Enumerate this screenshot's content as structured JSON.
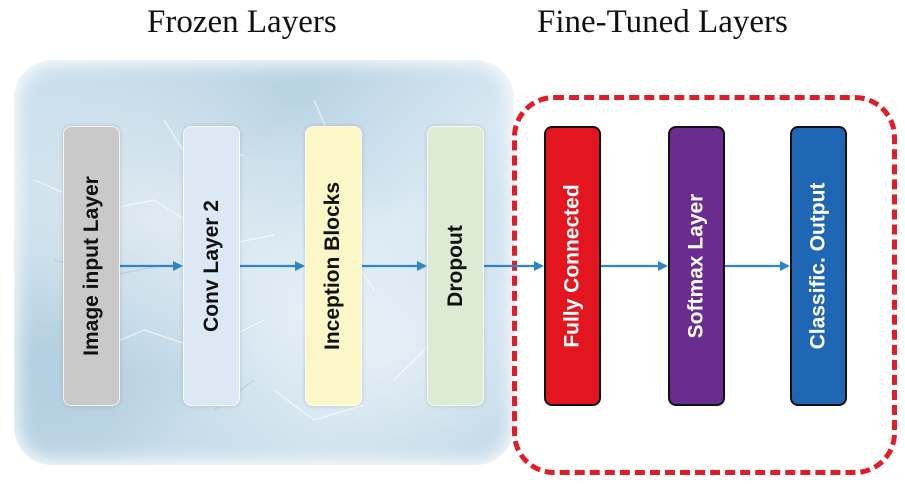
{
  "titles": {
    "frozen": "Frozen Layers",
    "finetuned": "Fine-Tuned Layers"
  },
  "layers": [
    {
      "label": "Image input Layer",
      "group": "frozen",
      "color": "#c9c9c9"
    },
    {
      "label": "Conv Layer 2",
      "group": "frozen",
      "color": "#dce9f5"
    },
    {
      "label": "Inception Blocks",
      "group": "frozen",
      "color": "#fbf7c7"
    },
    {
      "label": "Dropout",
      "group": "frozen",
      "color": "#dcebd3"
    },
    {
      "label": "Fully Connected",
      "group": "fine-tuned",
      "color": "#e3161f"
    },
    {
      "label": "Softmax Layer",
      "group": "fine-tuned",
      "color": "#6a2c8e"
    },
    {
      "label": "Classific. Output",
      "group": "fine-tuned",
      "color": "#1f67b5"
    }
  ],
  "colors": {
    "arrow": "#2e86c8",
    "finetune_border": "#e11d2a",
    "ice": "#c6dbe9"
  }
}
